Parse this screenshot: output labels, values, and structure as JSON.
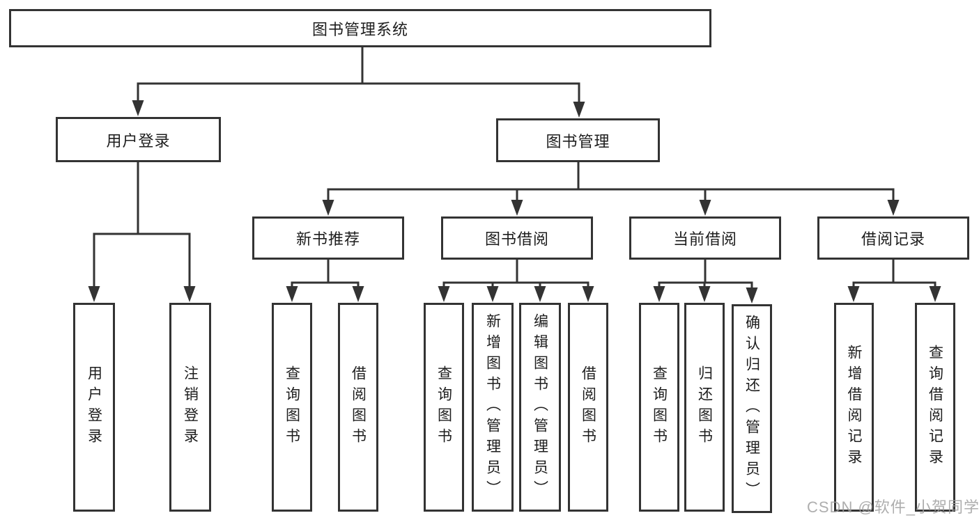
{
  "nodes": {
    "root": "图书管理系统",
    "user_login": "用户登录",
    "book_management": "图书管理",
    "new_book_recommend": "新书推荐",
    "book_borrow": "图书借阅",
    "current_borrow": "当前借阅",
    "borrow_records": "借阅记录"
  },
  "leaves": {
    "user_login": [
      "用户登录",
      "注销登录"
    ],
    "new_book_recommend": [
      "查询图书",
      "借阅图书"
    ],
    "book_borrow": [
      "查询图书",
      "新增图书（管理员）",
      "编辑图书（管理员）",
      "借阅图书"
    ],
    "current_borrow": [
      "查询图书",
      "归还图书",
      "确认归还（管理员）"
    ],
    "borrow_records": [
      "新增借阅记录",
      "查询借阅记录"
    ]
  },
  "hierarchy": {
    "图书管理系统": [
      "用户登录",
      "图书管理"
    ],
    "用户登录": [
      "用户登录",
      "注销登录"
    ],
    "图书管理": [
      "新书推荐",
      "图书借阅",
      "当前借阅",
      "借阅记录"
    ],
    "新书推荐": [
      "查询图书",
      "借阅图书"
    ],
    "图书借阅": [
      "查询图书",
      "新增图书（管理员）",
      "编辑图书（管理员）",
      "借阅图书"
    ],
    "当前借阅": [
      "查询图书",
      "归还图书",
      "确认归还（管理员）"
    ],
    "借阅记录": [
      "新增借阅记录",
      "查询借阅记录"
    ]
  },
  "watermark": {
    "text": "CSDN @软件_小贺同学",
    "color": "#a8a8a8"
  },
  "colors": {
    "line": "#333333",
    "box_border": "#333333",
    "box_fill": "#ffffff",
    "text": "#1d1d1d",
    "background": "#ffffff"
  }
}
